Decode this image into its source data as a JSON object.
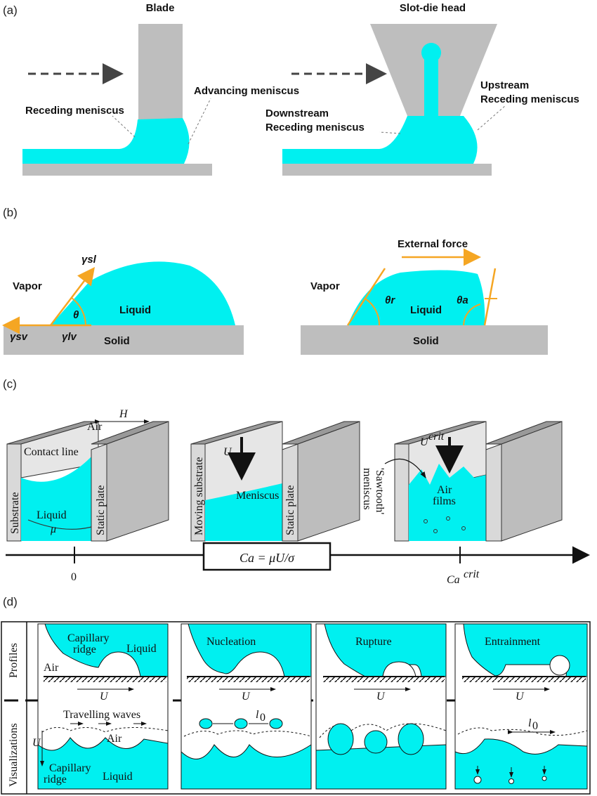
{
  "panel_a": {
    "label": "(a)",
    "blade_title": "Blade",
    "slotdie_title": "Slot-die head",
    "advancing": "Advancing meniscus",
    "receding": "Receding meniscus",
    "upstream_1": "Upstream",
    "upstream_2": "Receding meniscus",
    "downstream_1": "Downstream",
    "downstream_2": "Receding meniscus"
  },
  "panel_b": {
    "label": "(b)",
    "vapor_left": "Vapor",
    "liquid_left": "Liquid",
    "solid_left": "Solid",
    "theta": "θ",
    "gamma_sl": "γsl",
    "gamma_sv": "γsv",
    "gamma_lv": "γlv",
    "external_force": "External force",
    "vapor_right": "Vapor",
    "liquid_right": "Liquid",
    "solid_right": "Solid",
    "theta_r": "θr",
    "theta_a": "θa"
  },
  "panel_c": {
    "label": "(c)",
    "H": "H",
    "air": "Air",
    "contact_line": "Contact line",
    "substrate": "Substrate",
    "liquid": "Liquid",
    "mu": "μ",
    "static_plate_1": "Static plate",
    "U": "U",
    "moving_substrate": "Moving substrate",
    "meniscus": "Meniscus",
    "static_plate_2": "Static plate",
    "U_crit": "U",
    "crit_sup": "crit",
    "sawtooth_1": "'Sawtooth'",
    "sawtooth_2": "meniscus",
    "air_films_1": "Air",
    "air_films_2": "films",
    "zero": "0",
    "ca_formula": "Ca = μU/σ",
    "ca_crit": "Ca",
    "ca_crit_sup": "crit"
  },
  "panel_d": {
    "label": "(d)",
    "profiles": "Profiles",
    "visualizations": "Visualizations",
    "capillary_1": "Capillary",
    "ridge_1": "ridge",
    "liquid_1": "Liquid",
    "air_1": "Air",
    "nucleation": "Nucleation",
    "rupture": "Rupture",
    "entrainment": "Entrainment",
    "U": "U",
    "travelling_waves": "Travelling waves",
    "air_2": "Air",
    "capillary_2": "Capillary",
    "ridge_2": "ridge",
    "liquid_2": "Liquid",
    "l0": "l",
    "l0_sub": "0"
  },
  "colors": {
    "liquid": "#00f0f0",
    "solid": "#bebebe",
    "orange": "#f5a623",
    "dark": "#111111"
  }
}
